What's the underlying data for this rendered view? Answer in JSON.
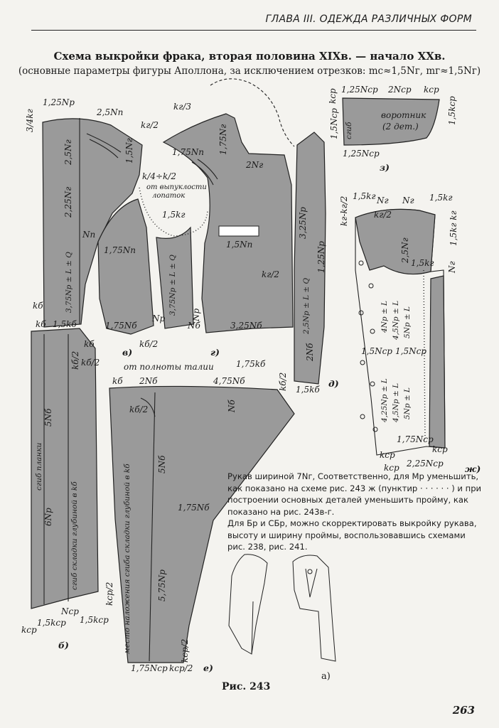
{
  "header": {
    "text": "ГЛАВА III. ОДЕЖДА РАЗЛИЧНЫХ ФОРМ"
  },
  "title": "Схема выкройки фрака, вторая половина XIXв. — начало XXв.",
  "subtitle": "(основные параметры фигуры Аполлона, за исключением отрезков: mс≈1,5Nг, mг≈1,5Nг)",
  "labels": {
    "a": "3/4kг",
    "b": "1,25Nр",
    "c": "2,5Nп",
    "d": "kг/2",
    "e": "kг/3",
    "f": "1,5Nг",
    "g": "2,5Nг",
    "h": "1,75Nп",
    "i": "1,75Nг",
    "j": "2Nг",
    "k": "k/4÷k/2",
    "l": "от выпуклости",
    "m": "лопаток",
    "n": "2,25Nг",
    "o": "Nп",
    "p": "1,5kг",
    "q": "1,5Nп",
    "r": "1,75Nп",
    "s": "3,75Nр ± L ± Q",
    "t": "3,75Nр ± L ± Q",
    "u": "Nр",
    "v": "Nр",
    "w": "1,75Nб",
    "x": "Nб",
    "y": "3,25Nб",
    "z": "kб",
    "aa": "kб",
    "ab": "kб/2",
    "ac": "kб/2",
    "ad": "в)",
    "ae": "г)",
    "af": "от полноты талии",
    "ag": "kг/2",
    "ah": "3,25Nр",
    "ai": "2,5Nр ± L ± Q",
    "aj": "1,25Nр",
    "ak": "2Nб",
    "al": "1,75kб",
    "am": "kб/2",
    "an": "1,5kб",
    "ao": "д)",
    "ap": "1,5kг",
    "aq": "1,5kг",
    "ar": "Nг",
    "as": "Nг",
    "at": "kг/2",
    "au": "kг-kг/2",
    "av": "2,5Nг",
    "aw": "1,5kг",
    "ax": "1,5kг kг",
    "ay": "Nг",
    "az": "4Nр ± L",
    "ba": "4,5Nр ± L",
    "bb": "5Nр ± L",
    "bc": "1,5Nср",
    "bd": "1,5Nср",
    "be": "4,25Nр ± L",
    "bf": "4,5Nр ± L",
    "bg": "5Nр ± L",
    "bh": "1,75Nср",
    "bi": "kср",
    "bj": "kср",
    "bk": "2,25Nср",
    "bl": "kср",
    "bm": "ж)",
    "bn": "1,25Nср",
    "bo": "2Nср",
    "bp": "kср",
    "bq": "1,5kср",
    "br": "1,5Nср",
    "bs": "kср",
    "bt": "сгиб",
    "bu": "воротник",
    "bv": "(2 дет.)",
    "bw": "1,25Nср",
    "bx": "з)",
    "by": "kб",
    "bz": "1,5kб",
    "ca": "kб/2",
    "cb": "5Nб",
    "cc": "6Nр",
    "cd": "сгиб планки",
    "ce": "сгиб складки глубиной в kб",
    "cf": "kср/2",
    "cg": "Nср",
    "ch": "kср",
    "ci": "1,5kср",
    "cj": "1,5kср",
    "ck": "б)",
    "cl": "kб",
    "cm": "2Nб",
    "cn": "4,75Nб",
    "co": "kб/2",
    "cp": "Nб",
    "cq": "5Nб",
    "cr": "1,75Nб",
    "cs": "5,75Nр",
    "ct": "место наложения сгиба складки глубиной в kб",
    "cu": "kср/2",
    "cv": "1,75Nср",
    "cw": "kср/2",
    "cx": "е)"
  },
  "caption_note": [
    "Рукав шириной 7Nг, Соответственно, для Мр уменьшить, как показано на схеме рис. 243 ж (пунктир · · · · · · ) и при построении основных деталей уменьшить пройму, как показано на рис. 243в-г.",
    "Для Бр и СБр, можно скорректировать выкройку рукава, высоту и ширину проймы, воспользовавшись схемами рис. 238, рис. 241."
  ],
  "figure_a_label": "а)",
  "figure_label": "Рис. 243",
  "page_number": "263"
}
